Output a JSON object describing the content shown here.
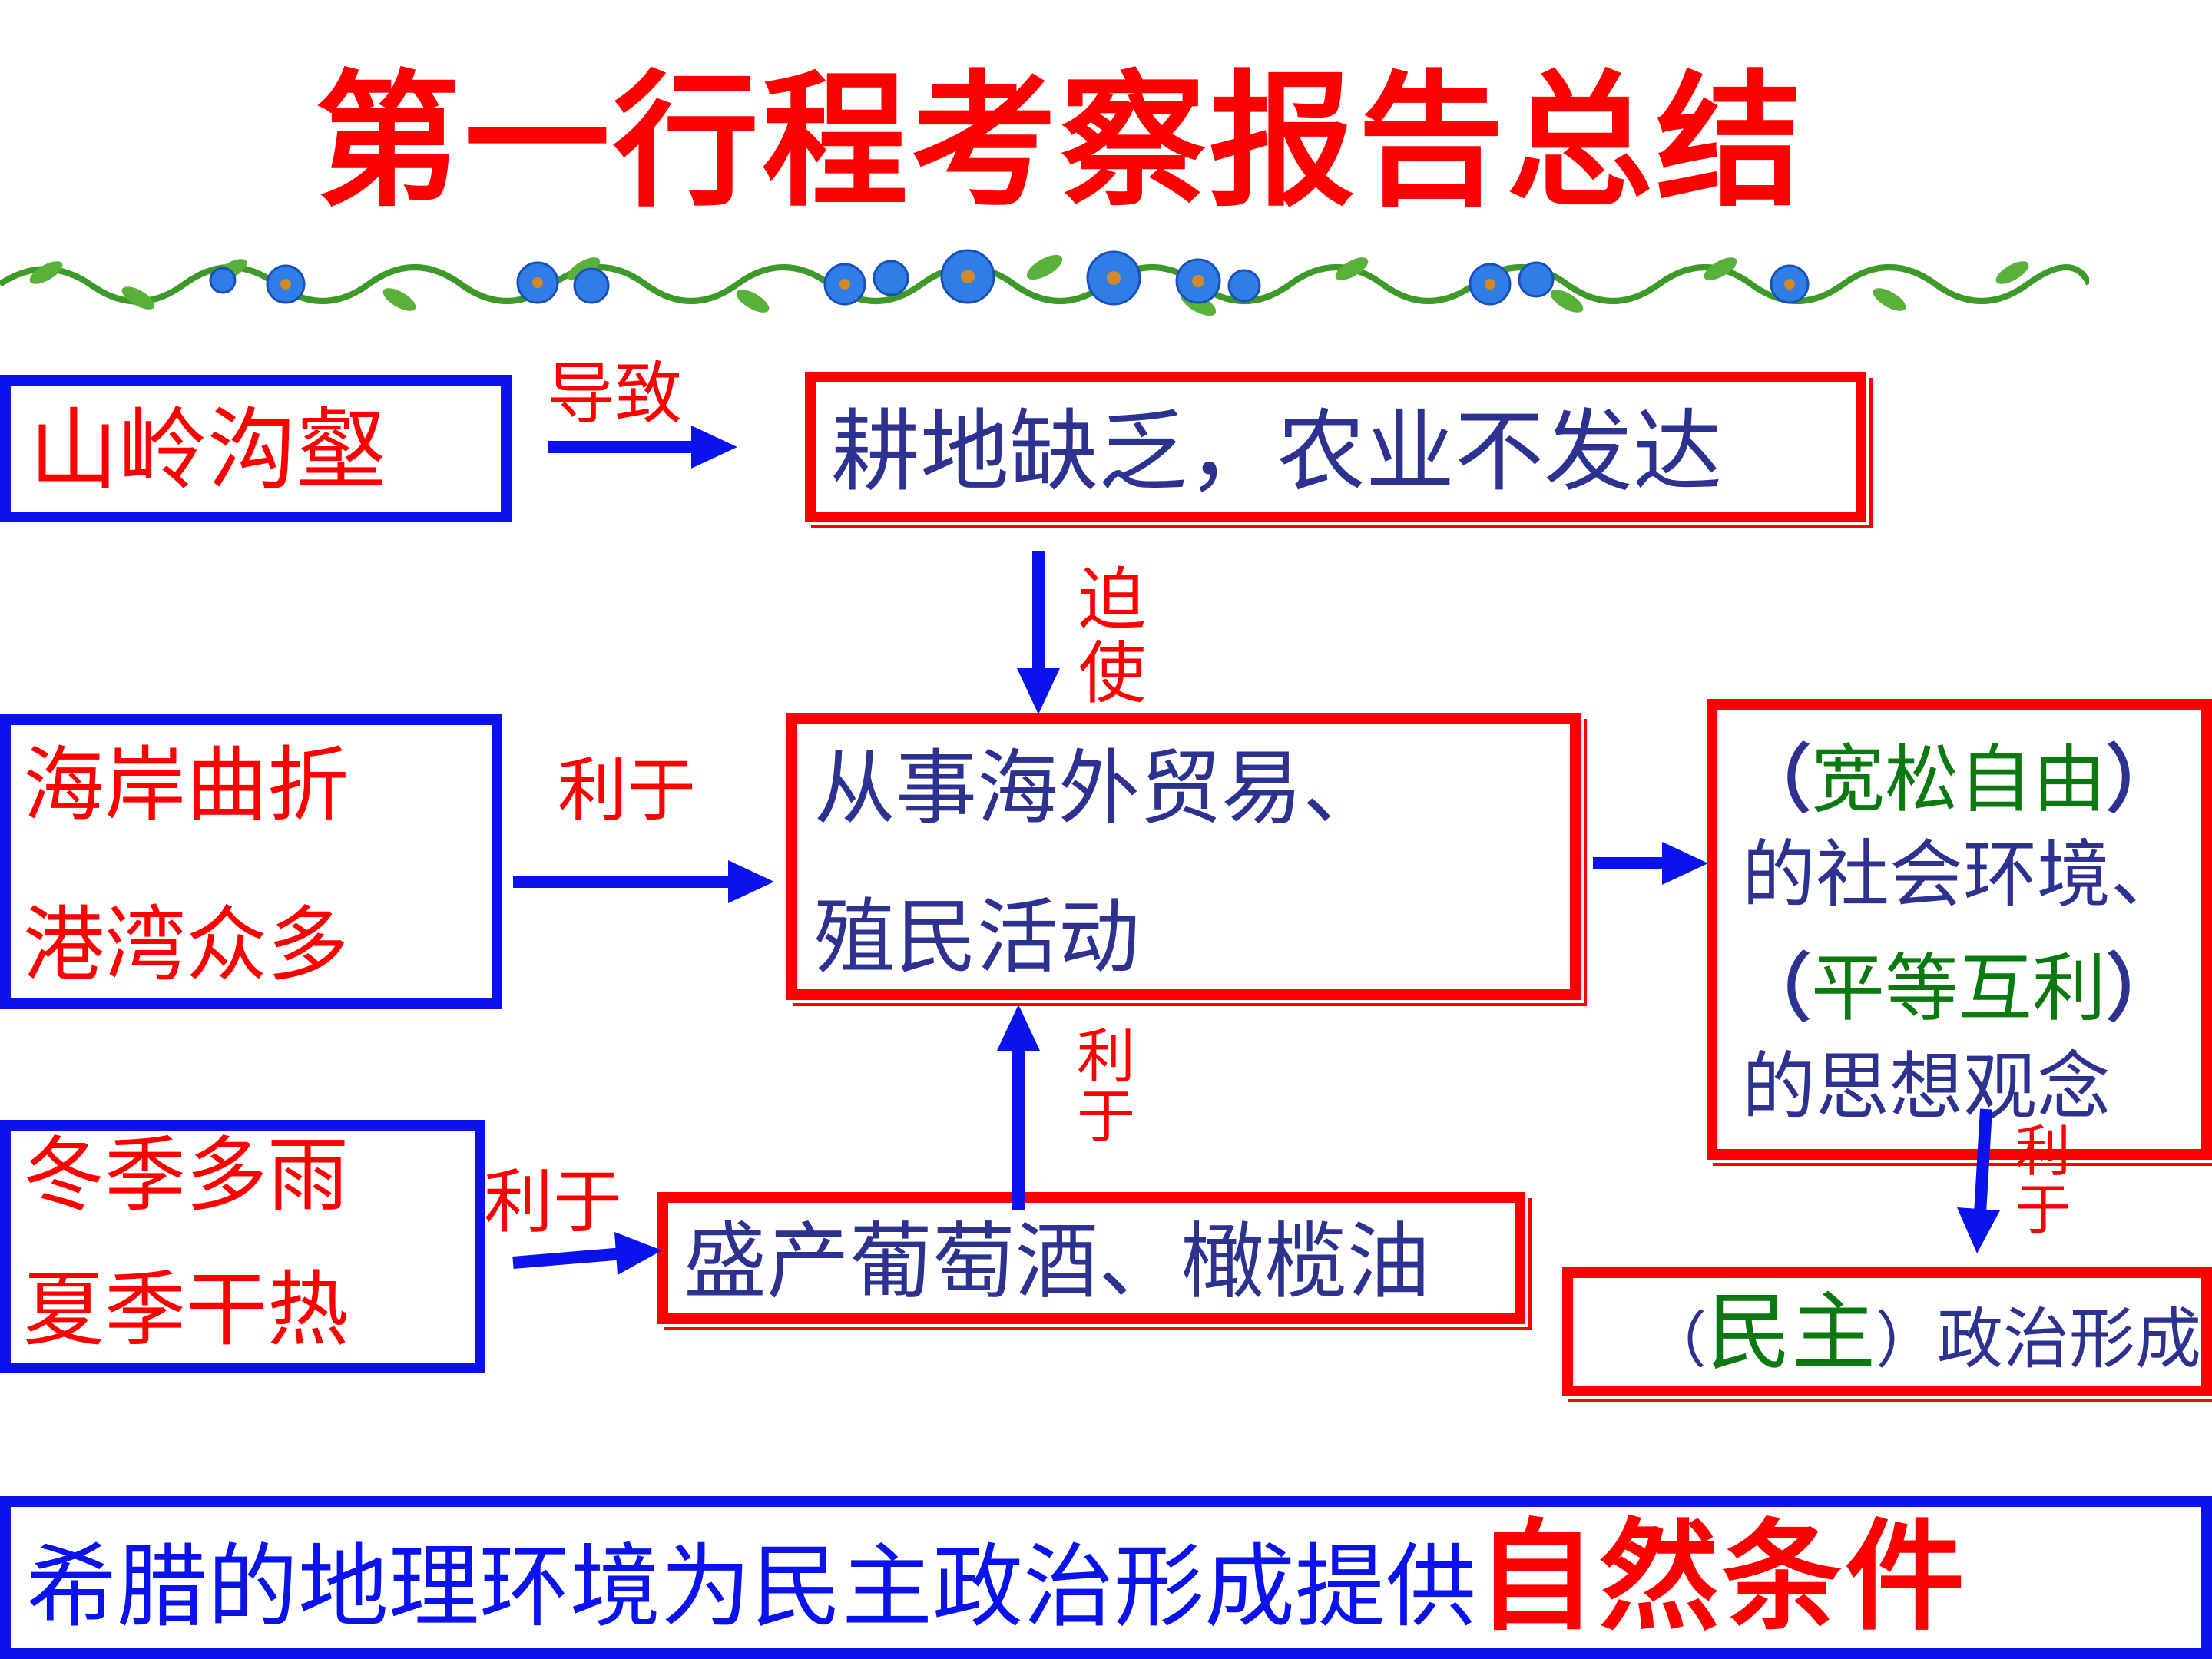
{
  "title": "第一行程考察报告总结",
  "colors": {
    "red": "#ff0000",
    "blue": "#0a12ee",
    "navy": "#2d3190",
    "green": "#0a7a10"
  },
  "factors": {
    "mountains": "山岭沟壑",
    "coast_line1": "海岸曲折",
    "coast_line2": "港湾众多",
    "climate_line1": "冬季多雨",
    "climate_line2": "夏季干热"
  },
  "results": {
    "farmland": "耕地缺乏，农业不发达",
    "trade_line1": "从事海外贸易、",
    "trade_line2": "殖民活动",
    "produce": "盛产葡萄酒、橄榄油",
    "env_open": "（",
    "env_fill": "宽松自由",
    "env_close": "）",
    "env_rest": "的社会环境、",
    "idea_open": "（",
    "idea_fill": "平等互利",
    "idea_close": "）",
    "idea_rest": "的思想观念",
    "demo_open": "（",
    "demo_fill": "民主",
    "demo_close": "）",
    "demo_rest": "政治形成"
  },
  "relations": {
    "cause": "导致",
    "force_1": "迫",
    "force_2": "使",
    "benefit_coast": "利于",
    "benefit_climate": "利于",
    "benefit_up_1": "利",
    "benefit_up_2": "于",
    "benefit_down_1": "利",
    "benefit_down_2": "于"
  },
  "conclusion": {
    "text": "希腊的地理环境为民主政治形成提供",
    "emphasis": "自然条件"
  }
}
